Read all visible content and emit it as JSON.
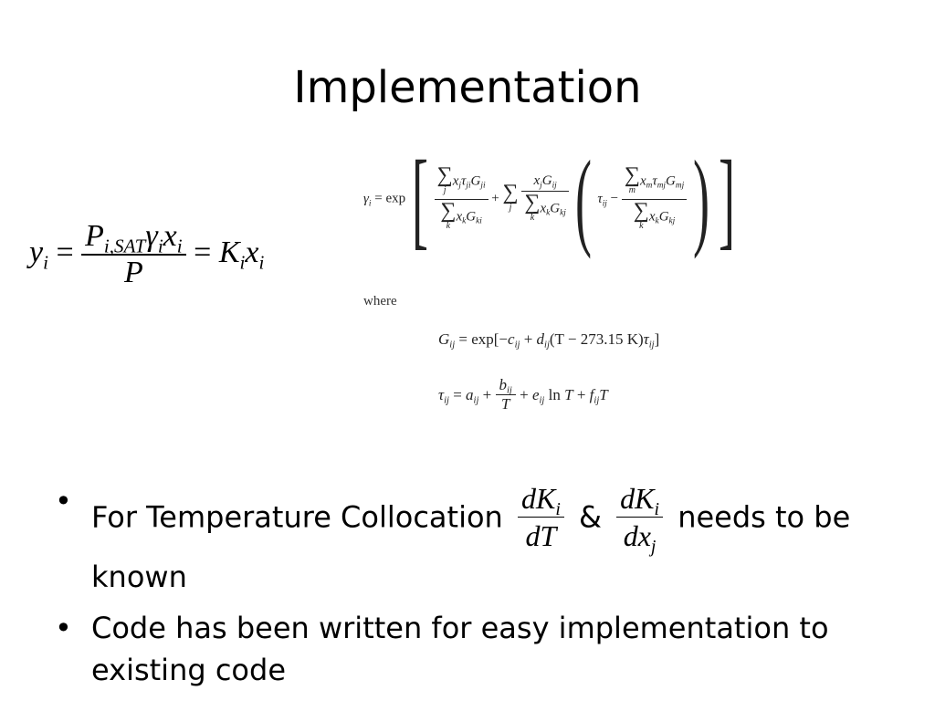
{
  "slide": {
    "title": "Implementation"
  },
  "main_equation": {
    "lhs": "y",
    "lhs_sub": "i",
    "equals": "=",
    "num_P": "P",
    "num_P_sub": "i,SAT",
    "num_gamma": "γ",
    "num_gamma_sub": "i",
    "num_x": "x",
    "num_x_sub": "i",
    "den": "P",
    "equals2": "=",
    "K": "K",
    "K_sub": "i",
    "x": "x",
    "x_sub": "i"
  },
  "gamma_equation": {
    "lhs": "γ",
    "lhs_sub": "i",
    "equals_exp": "= exp",
    "term1_num": "x",
    "term1_num_sub1": "j",
    "term1_tau": "τ",
    "term1_tau_sub": "ji",
    "term1_G": "G",
    "term1_G_sub": "ji",
    "sum_j": "j",
    "sum_k": "k",
    "sum_m": "m",
    "sigma": "∑",
    "den_x": "x",
    "den_x_sub": "k",
    "den_G": "G",
    "den_G_sub_ki": "ki",
    "plus": "+",
    "term2_num_G_sub": "ij",
    "den_G_sub_kj": "kj",
    "tau_ij": "τ",
    "tau_ij_sub": "ij",
    "minus": "−",
    "m_x_sub": "m",
    "m_tau_sub": "mj",
    "m_G_sub": "mj"
  },
  "where_label": "where",
  "G_equation": {
    "G": "G",
    "G_sub": "ij",
    "rhs_start": " = exp[−",
    "c": "c",
    "c_sub": "ij",
    "plus": " + ",
    "d": "d",
    "d_sub": "ij",
    "rhs_mid": "(T − 273.15 K)",
    "tau": "τ",
    "tau_sub": "ij",
    "rhs_end": "]"
  },
  "tau_equation": {
    "tau": "τ",
    "tau_sub": "ij",
    "eq": " = ",
    "a": "a",
    "a_sub": "ij",
    "plus1": " + ",
    "b": "b",
    "b_sub": "ij",
    "T": "T",
    "plus2": " + ",
    "e": "e",
    "e_sub": "ij",
    "ln": " ln ",
    "T2": "T",
    "plus3": " + ",
    "f": "f",
    "f_sub": "ij",
    "T3": "T"
  },
  "bullets": [
    {
      "dot": "•",
      "pre": "For Temperature Collocation",
      "deriv1_num": "dK",
      "deriv1_num_sub": "i",
      "deriv1_den": "dT",
      "amp": "&",
      "deriv2_num": "dK",
      "deriv2_num_sub": "i",
      "deriv2_den": "dx",
      "deriv2_den_sub": "j",
      "post": "needs to be known"
    },
    {
      "dot": "•",
      "text": "Code has been written for easy implementation to existing code"
    }
  ]
}
